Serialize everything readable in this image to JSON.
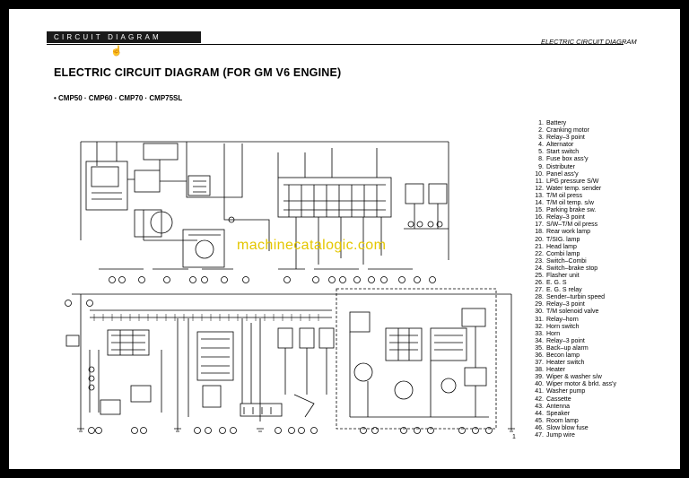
{
  "header": {
    "band_label": "CIRCUIT DIAGRAM",
    "right_label": "ELECTRIC CIRCUIT DIAGRAM",
    "hand_icon": "pointing-hand-icon"
  },
  "title": "ELECTRIC CIRCUIT DIAGRAM (FOR GM V6 ENGINE)",
  "models": "• CMP50 · CMP60 · CMP70 · CMP75SL",
  "watermark": "machinecatalogic.com",
  "page_number": "1",
  "legend": [
    {
      "n": "1.",
      "label": "Battery"
    },
    {
      "n": "2.",
      "label": "Cranking motor"
    },
    {
      "n": "3.",
      "label": "Relay–3 point"
    },
    {
      "n": "4.",
      "label": "Alternator"
    },
    {
      "n": "5.",
      "label": "Start switch"
    },
    {
      "n": "8.",
      "label": "Fuse box ass'y"
    },
    {
      "n": "9.",
      "label": "Distributer"
    },
    {
      "n": "10.",
      "label": "Panel ass'y"
    },
    {
      "n": "11.",
      "label": "LPG pressure S/W"
    },
    {
      "n": "12.",
      "label": "Water temp. sender"
    },
    {
      "n": "13.",
      "label": "T/M oil press"
    },
    {
      "n": "14.",
      "label": "T/M oil temp. s/w"
    },
    {
      "n": "15.",
      "label": "Parking brake sw."
    },
    {
      "n": "16.",
      "label": "Relay–3 point"
    },
    {
      "n": "17.",
      "label": "S/W–T/M oil press"
    },
    {
      "n": "18.",
      "label": "Rear work lamp"
    },
    {
      "n": "20.",
      "label": "T/SIG. lamp"
    },
    {
      "n": "21.",
      "label": "Head lamp"
    },
    {
      "n": "22.",
      "label": "Combi lamp"
    },
    {
      "n": "23.",
      "label": "Switch–Combi"
    },
    {
      "n": "24.",
      "label": "Switch–brake stop"
    },
    {
      "n": "25.",
      "label": "Flasher unit"
    },
    {
      "n": "26.",
      "label": "E. G. S"
    },
    {
      "n": "27.",
      "label": "E. G. S relay"
    },
    {
      "n": "28.",
      "label": "Sender–turbin speed"
    },
    {
      "n": "29.",
      "label": "Relay–3 point"
    },
    {
      "n": "30.",
      "label": "T/M solenoid valve"
    },
    {
      "n": "31.",
      "label": "Relay–horn"
    },
    {
      "n": "32.",
      "label": "Horn switch"
    },
    {
      "n": "33.",
      "label": "Horn"
    },
    {
      "n": "34.",
      "label": "Relay–3 point"
    },
    {
      "n": "35.",
      "label": "Back–up alarm"
    },
    {
      "n": "36.",
      "label": "Becon lamp"
    },
    {
      "n": "37.",
      "label": "Heater switch"
    },
    {
      "n": "38.",
      "label": "Heater"
    },
    {
      "n": "39.",
      "label": "Wiper & washer s/w"
    },
    {
      "n": "40.",
      "label": "Wiper motor & brkt. ass'y"
    },
    {
      "n": "41.",
      "label": "Washer pump"
    },
    {
      "n": "42.",
      "label": "Cassette"
    },
    {
      "n": "43.",
      "label": "Antenna"
    },
    {
      "n": "44.",
      "label": "Speaker"
    },
    {
      "n": "45.",
      "label": "Room lamp"
    },
    {
      "n": "46.",
      "label": "Slow blow fuse"
    },
    {
      "n": "47.",
      "label": "Jump wire"
    }
  ],
  "colors": {
    "page_background": "#ffffff",
    "outer_background": "#000000",
    "header_band": "#1a1a1a",
    "ink": "#000000",
    "watermark": "#e4c600"
  }
}
